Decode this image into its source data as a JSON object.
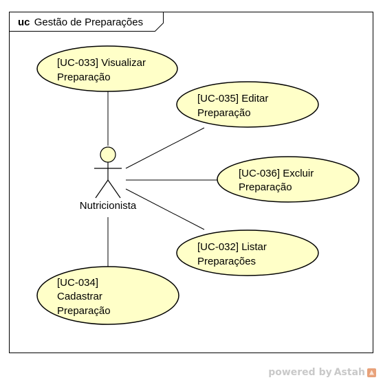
{
  "frame": {
    "keyword": "uc",
    "title": "Gestão de Preparações"
  },
  "actor": {
    "name": "Nutricionista"
  },
  "use_cases": [
    {
      "id": "uc033",
      "lines": [
        "[UC-033] Visualizar",
        "Preparação"
      ]
    },
    {
      "id": "uc035",
      "lines": [
        "[UC-035] Editar",
        "Preparação"
      ]
    },
    {
      "id": "uc036",
      "lines": [
        "[UC-036] Excluir",
        "Preparação"
      ]
    },
    {
      "id": "uc032",
      "lines": [
        "[UC-032] Listar",
        "Preparações"
      ]
    },
    {
      "id": "uc034",
      "lines": [
        "[UC-034]",
        "Cadastrar",
        "Preparação"
      ]
    }
  ],
  "watermark": {
    "prefix": "powered by",
    "brand": "Astah"
  },
  "colors": {
    "usecase_fill": "#ffffc8",
    "actor_fill": "#ffffc8",
    "stroke": "#000000",
    "watermark": "#c9c9c9"
  }
}
